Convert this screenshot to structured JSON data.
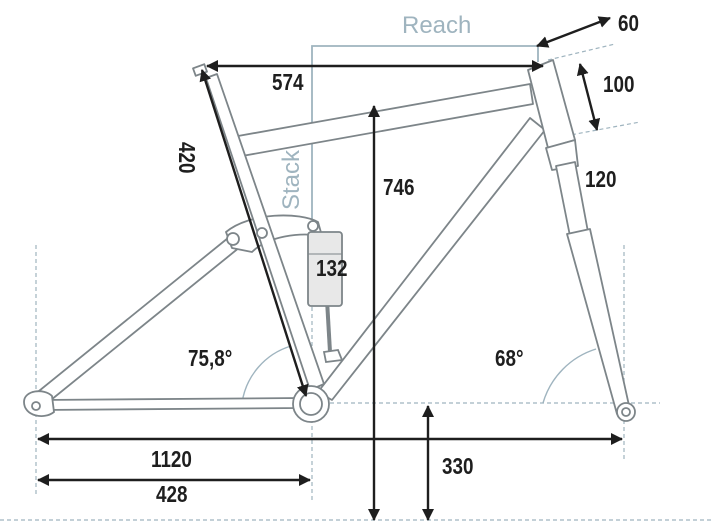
{
  "labels": {
    "reach": "Reach",
    "stack": "Stack",
    "top_tube": "574",
    "seat_tube": "420",
    "stem_offset": "60",
    "head_tube": "100",
    "fork_length": "120",
    "stack_height": "746",
    "shock_length": "132",
    "seat_angle": "75,8°",
    "head_angle": "68°",
    "wheelbase": "1120",
    "chainstay": "428",
    "bb_height": "330"
  },
  "colors": {
    "frame": "#7d8589",
    "dimension": "#1e1e1e",
    "guide": "#9fb4bf",
    "shock_body": "#e8e8e8"
  }
}
